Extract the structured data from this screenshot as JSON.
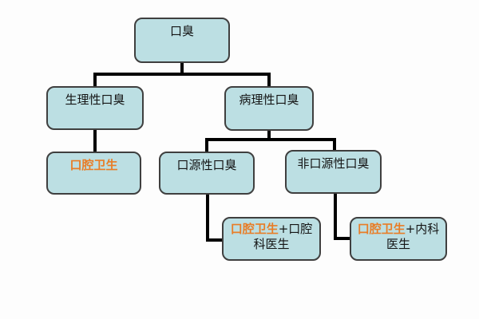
{
  "colors": {
    "background": "#fdfdfd",
    "box-fill": "#bcdfe3",
    "box-border": "#3f3f3f",
    "connector": "#000000",
    "text": "#141414",
    "highlight": "#e87d27"
  },
  "diagram": {
    "type": "flowchart",
    "topic": "口臭",
    "nodes": {
      "root": {
        "label": "口臭"
      },
      "physiological": {
        "label": "生理性口臭"
      },
      "pathological": {
        "label": "病理性口臭"
      },
      "oral_hygiene": {
        "label": "口腔卫生",
        "highlighted": true
      },
      "oral_origin": {
        "label": "口源性口臭"
      },
      "non_oral_origin": {
        "label": "非口源性口臭"
      },
      "oral_treatment": {
        "highlight": "口腔卫生",
        "line1_rest": "+口腔",
        "line2": "科医生",
        "full_label": "口腔卫生+口腔科医生"
      },
      "non_oral_treatment": {
        "highlight": "口腔卫生",
        "line1_rest": "+内科",
        "line2": "医生",
        "full_label": "口腔卫生+内科医生"
      }
    },
    "edges": [
      {
        "from": "口臭",
        "to": "生理性口臭"
      },
      {
        "from": "口臭",
        "to": "病理性口臭"
      },
      {
        "from": "生理性口臭",
        "to": "口腔卫生"
      },
      {
        "from": "病理性口臭",
        "to": "口源性口臭"
      },
      {
        "from": "病理性口臭",
        "to": "非口源性口臭"
      },
      {
        "from": "口源性口臭",
        "to": "口腔卫生+口腔科医生"
      },
      {
        "from": "非口源性口臭",
        "to": "口腔卫生+内科医生"
      }
    ]
  }
}
